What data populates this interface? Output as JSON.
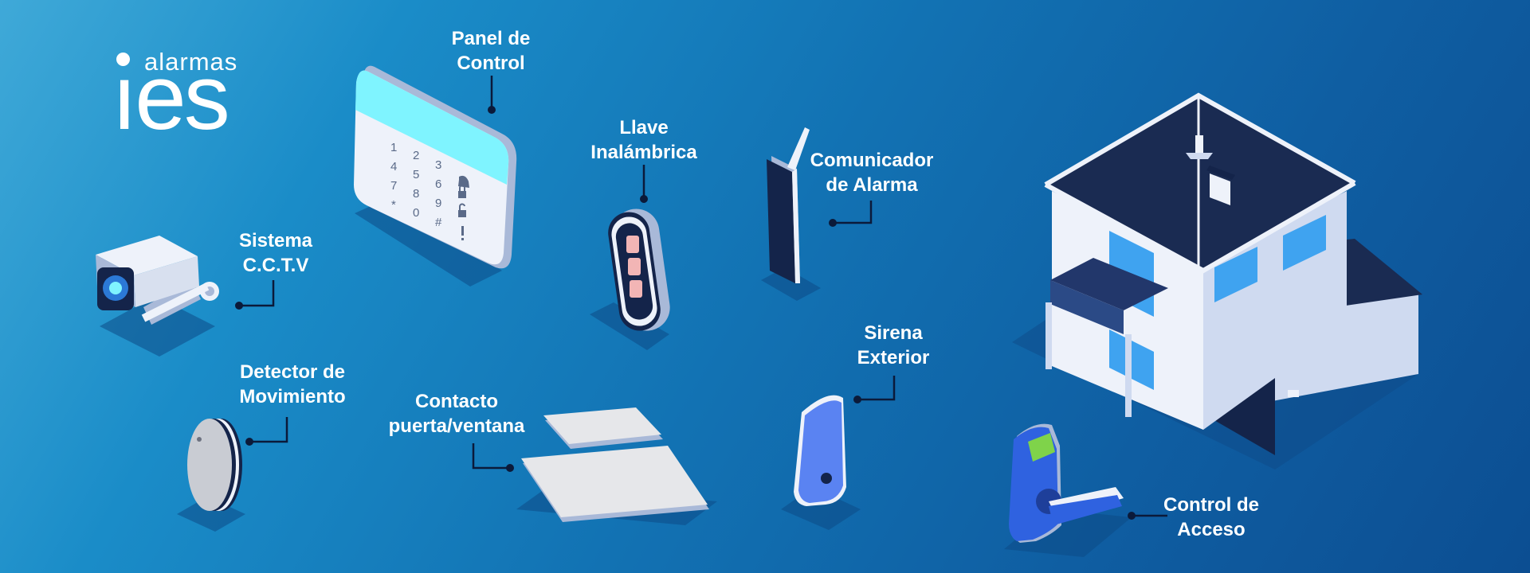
{
  "brand": {
    "name_small": "alarmas",
    "name_big": "ıes"
  },
  "labels": {
    "panel": [
      "Panel de",
      "Control"
    ],
    "llave": [
      "Llave",
      "Inalámbrica"
    ],
    "comunicador": [
      "Comunicador",
      "de Alarma"
    ],
    "cctv": [
      "Sistema",
      "C.C.T.V"
    ],
    "detector": [
      "Detector de",
      "Movimiento"
    ],
    "contacto": [
      "Contacto",
      "puerta/ventana"
    ],
    "sirena": [
      "Sirena",
      "Exterior"
    ],
    "acceso": [
      "Control de",
      "Acceso"
    ]
  },
  "keypad_keys": [
    "1",
    "2",
    "3",
    "4",
    "5",
    "6",
    "7",
    "8",
    "9",
    "*",
    "0",
    "#"
  ],
  "colors": {
    "accent_cyan": "#7ff4ff",
    "device_white": "#eef2fa",
    "device_edge": "#a9b9d8",
    "dark_navy": "#14244a",
    "sirena_blue": "#5a83f2",
    "lock_blue": "#2f62e0",
    "fob_pink": "#f2b5b5"
  },
  "icons": [
    "bell-icon",
    "lock-icon",
    "unlock-icon",
    "exclamation-icon"
  ]
}
